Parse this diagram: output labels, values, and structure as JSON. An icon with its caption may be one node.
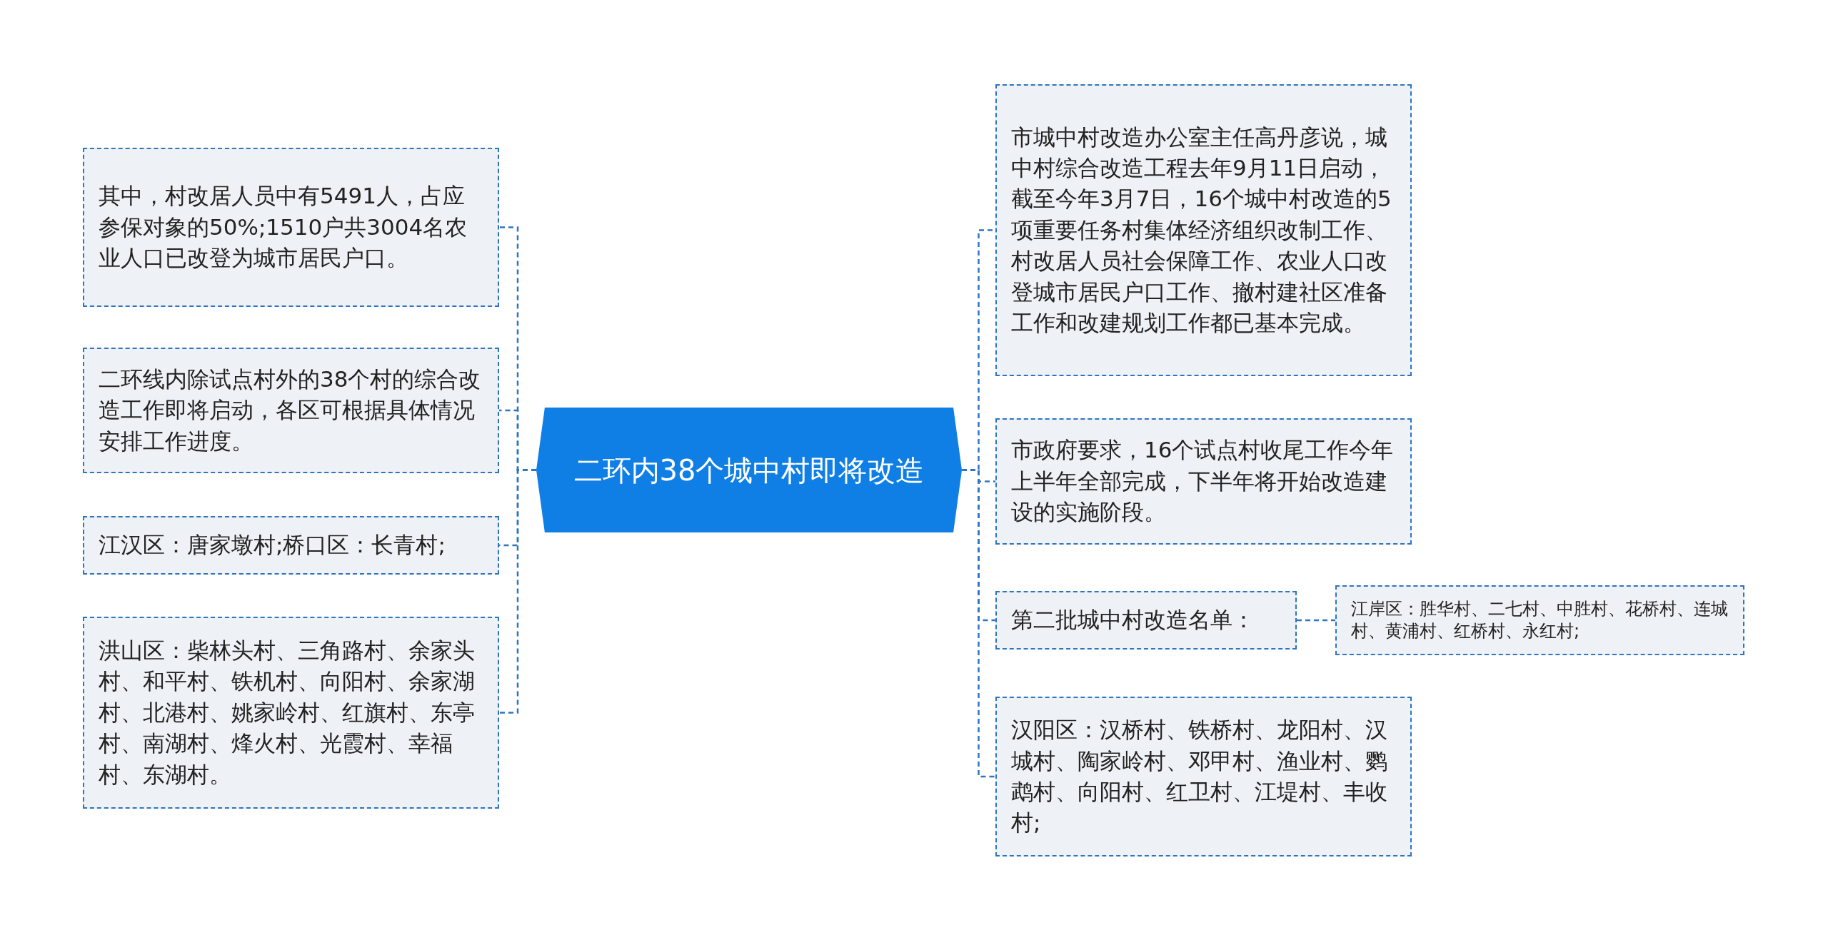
{
  "diagram": {
    "nodes": [
      {
        "text": [
          "二环内38个城中村即将改造"
        ]
      },
      {
        "text": [
          "其中，村改居人员中有5491人，占应参保对象的50%;1510户共3004名农业人口已改登为城市居民户口。"
        ]
      },
      {
        "text": [
          "二环线内除试点村外的38个村的综合改造工作即将启动，各区可根据具体情况安排工作进度。"
        ]
      },
      {
        "text": [
          "江汉区：唐家墩村;桥口区：长青村;"
        ]
      },
      {
        "text": [
          "洪山区：柴林头村、三角路村、余家头村、和平村、铁机村、向阳村、余家湖村、北港村、姚家岭村、红旗村、东亭村、南湖村、烽火村、光霞村、幸福村、东湖村。"
        ]
      },
      {
        "text": [
          "市城中村改造办公室主任高丹彦说，城中村综合改造工程去年9月11日启动，截至今年3月7日，16个城中村改造的5项重要任务村集体经济组织改制工作、村改居人员社会保障工作、农业人口改登城市居民户口工作、撤村建社区准备工作和改建规划工作都已基本完成。"
        ]
      },
      {
        "text": [
          "市政府要求，16个试点村收尾工作今年上半年全部完成，下半年将开始改造建设的实施阶段。"
        ]
      },
      {
        "text": [
          "第二批城中村改造名单："
        ]
      },
      {
        "text": [
          "江岸区：胜华村、二七村、中胜村、花桥村、连城村、黄浦村、红桥村、永红村;"
        ]
      },
      {
        "text": [
          "汉阳区：汉桥村、铁桥村、龙阳村、汉城村、陶家岭村、邓甲村、渔业村、鹦鹉村、向阳村、红卫村、江堤村、丰收村;"
        ]
      }
    ],
    "edges": [
      {
        "from": 0,
        "to": 1,
        "arrow": "none",
        "style": "dashed"
      },
      {
        "from": 0,
        "to": 2,
        "arrow": "none",
        "style": "dashed"
      },
      {
        "from": 0,
        "to": 3,
        "arrow": "none",
        "style": "dashed"
      },
      {
        "from": 0,
        "to": 4,
        "arrow": "none",
        "style": "dashed"
      },
      {
        "from": 0,
        "to": 5,
        "arrow": "none",
        "style": "dashed"
      },
      {
        "from": 0,
        "to": 6,
        "arrow": "none",
        "style": "dashed"
      },
      {
        "from": 0,
        "to": 7,
        "arrow": "none",
        "style": "dashed"
      },
      {
        "from": 7,
        "to": 8,
        "arrow": "none",
        "style": "dashed"
      },
      {
        "from": 0,
        "to": 9,
        "arrow": "none",
        "style": "dashed"
      }
    ]
  }
}
